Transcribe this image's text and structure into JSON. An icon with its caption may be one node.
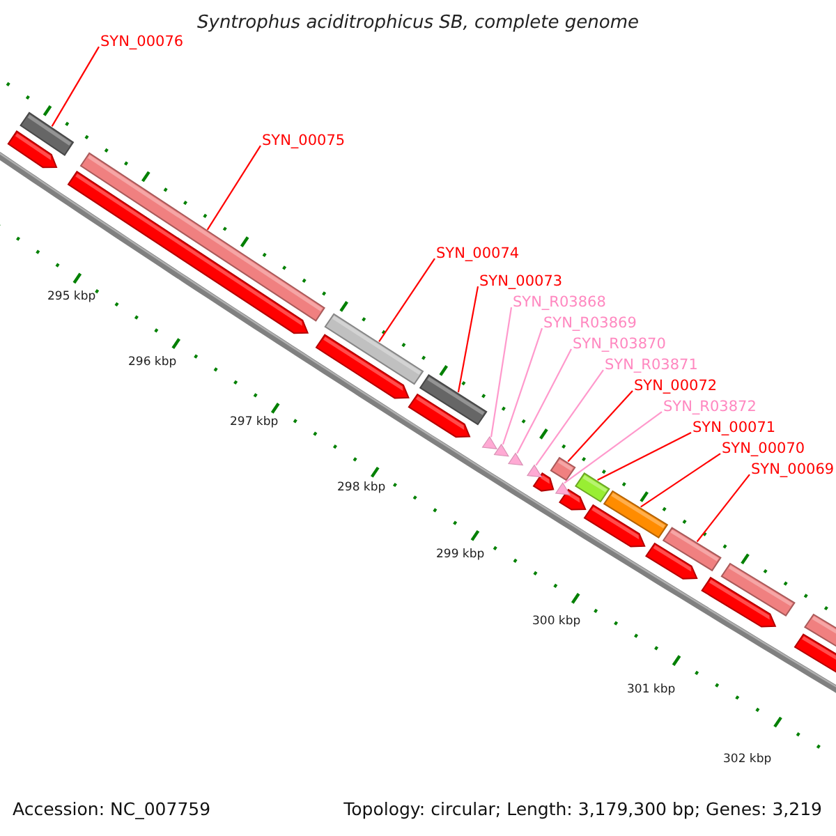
{
  "diagram": {
    "title": "Syntrophus aciditrophicus SB, complete genome",
    "nodes": [
      {
        "text": [
          "SYN_00076"
        ]
      },
      {
        "text": [
          "SYN_00075"
        ]
      },
      {
        "text": [
          "SYN_00074"
        ]
      },
      {
        "text": [
          "SYN_00073"
        ]
      },
      {
        "text": [
          "SYN_R03868"
        ]
      },
      {
        "text": [
          "SYN_R03869"
        ]
      },
      {
        "text": [
          "SYN_R03870"
        ]
      },
      {
        "text": [
          "SYN_R03871"
        ]
      },
      {
        "text": [
          "SYN_00072"
        ]
      },
      {
        "text": [
          "SYN_R03872"
        ]
      },
      {
        "text": [
          "SYN_00071"
        ]
      },
      {
        "text": [
          "SYN_00070"
        ]
      },
      {
        "text": [
          "SYN_00069"
        ]
      },
      {
        "text": [],
        "shape": "bar"
      },
      {
        "text": [],
        "shape": "bar"
      },
      {
        "text": [],
        "shape": "bar"
      },
      {
        "text": [],
        "shape": "bar"
      },
      {
        "text": [],
        "shape": "triangle"
      },
      {
        "text": [],
        "shape": "triangle"
      },
      {
        "text": [],
        "shape": "triangle"
      },
      {
        "text": [],
        "shape": "triangle"
      },
      {
        "text": [],
        "shape": "bar"
      },
      {
        "text": [],
        "shape": "triangle"
      },
      {
        "text": [],
        "shape": "bar"
      },
      {
        "text": [],
        "shape": "bar"
      },
      {
        "text": [],
        "shape": "bar"
      }
    ],
    "edges": [
      {
        "from": 0,
        "to": 13,
        "arrow": "none"
      },
      {
        "from": 1,
        "to": 14,
        "arrow": "none"
      },
      {
        "from": 2,
        "to": 15,
        "arrow": "none"
      },
      {
        "from": 3,
        "to": 16,
        "arrow": "none"
      },
      {
        "from": 4,
        "to": 17,
        "arrow": "none",
        "color": "#ff99cc"
      },
      {
        "from": 5,
        "to": 18,
        "arrow": "none",
        "color": "#ff99cc"
      },
      {
        "from": 6,
        "to": 19,
        "arrow": "none",
        "color": "#ff99cc"
      },
      {
        "from": 7,
        "to": 20,
        "arrow": "none",
        "color": "#ff99cc"
      },
      {
        "from": 8,
        "to": 21,
        "arrow": "none"
      },
      {
        "from": 9,
        "to": 22,
        "arrow": "none",
        "color": "#ff99cc"
      },
      {
        "from": 10,
        "to": 23,
        "arrow": "none"
      },
      {
        "from": 11,
        "to": 24,
        "arrow": "none"
      },
      {
        "from": 12,
        "to": 25,
        "arrow": "none"
      }
    ],
    "labels": [
      "295 kbp",
      "296 kbp",
      "297 kbp",
      "298 kbp",
      "299 kbp",
      "300 kbp",
      "301 kbp",
      "302 kbp",
      "Accession: NC_007759",
      "Topology: circular; Length: 3,179,300 bp; Genes: 3,219"
    ]
  }
}
